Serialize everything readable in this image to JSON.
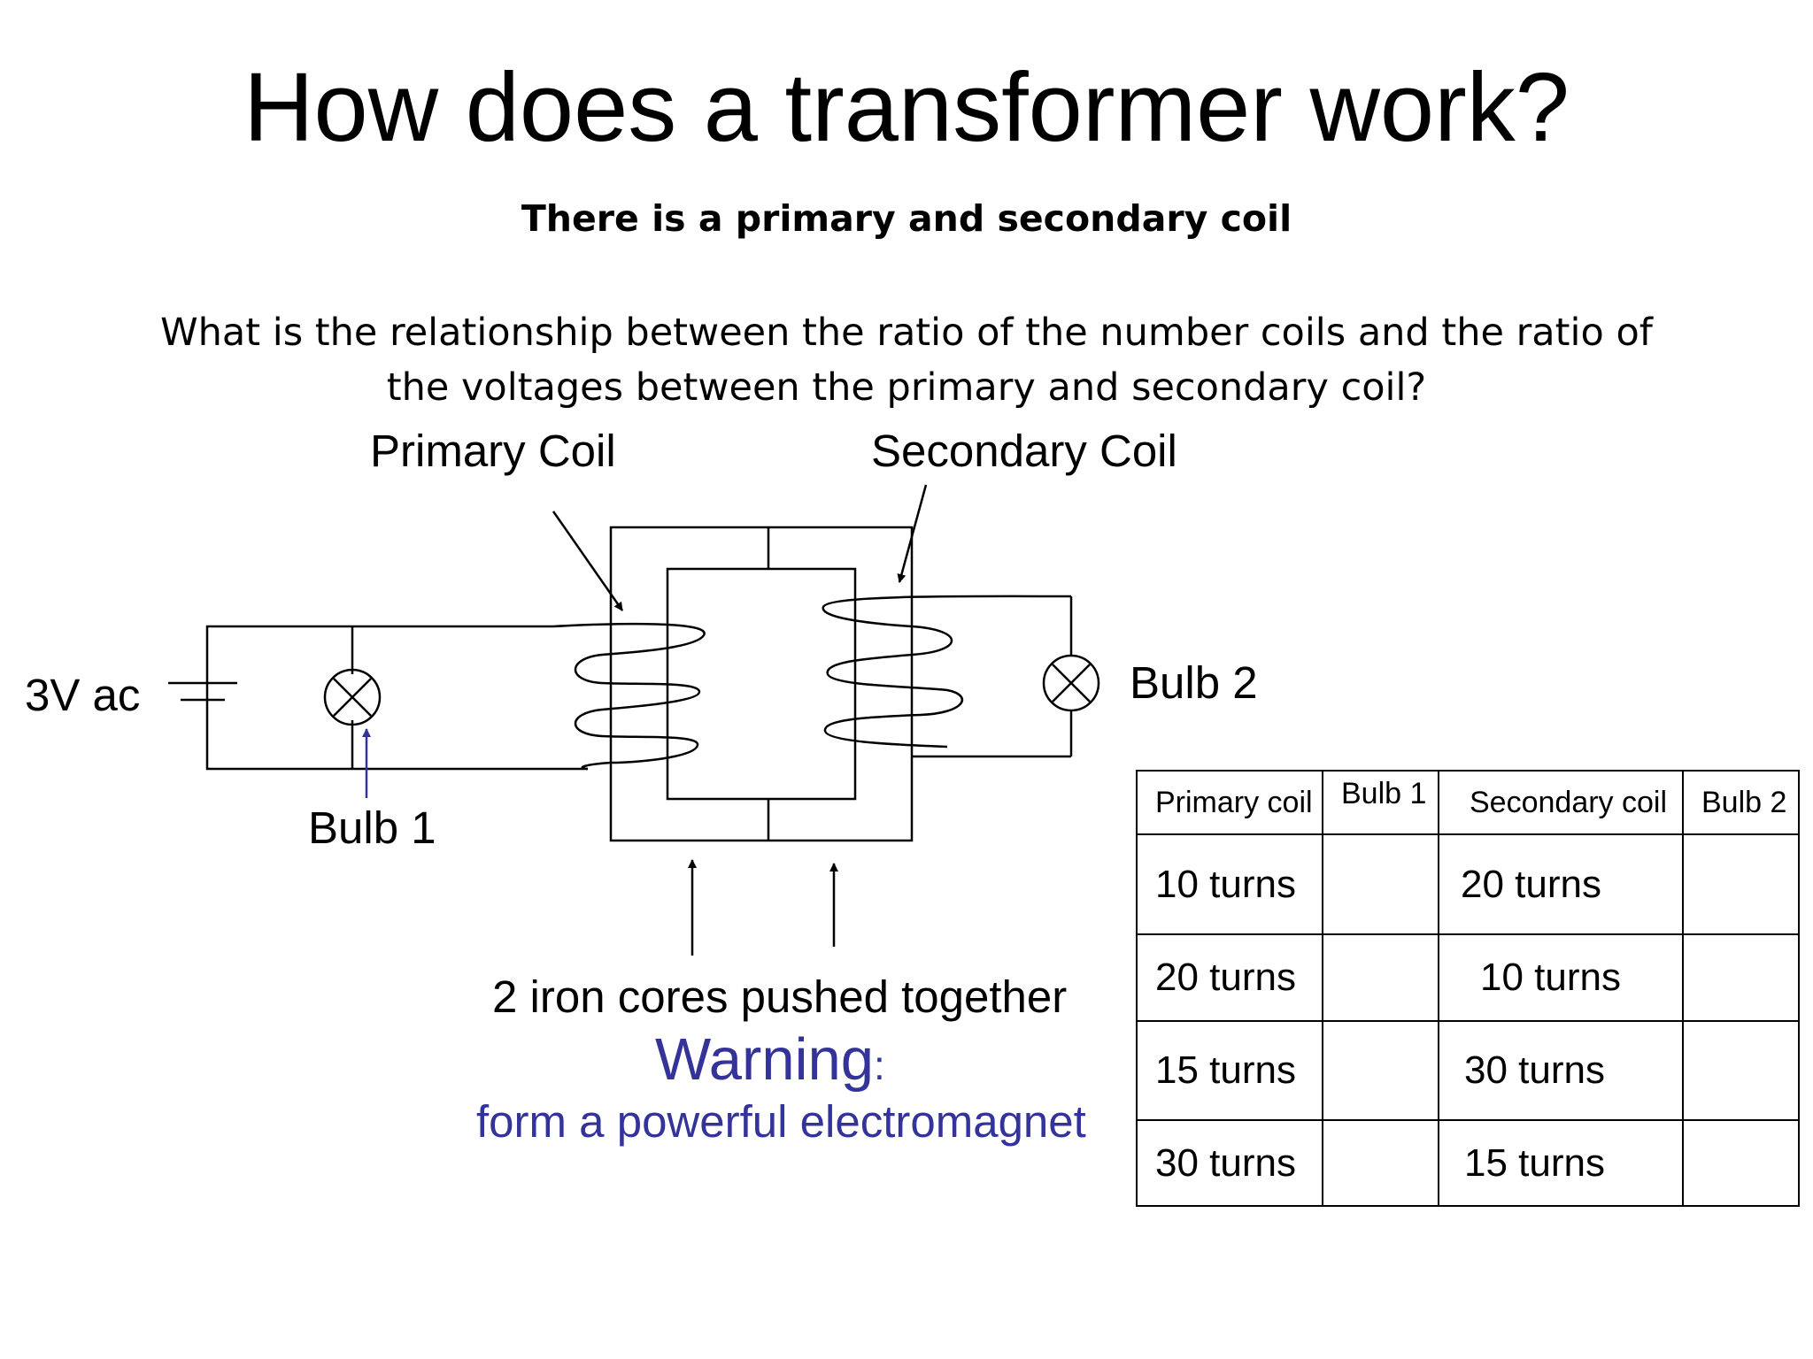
{
  "title": "How does a transformer work?",
  "subtitle": "There is a primary and secondary coil",
  "question": "What is the relationship between the ratio of the number coils and the ratio of the voltages between the primary and secondary coil?",
  "diagram": {
    "primary_coil_label": "Primary Coil",
    "secondary_coil_label": "Secondary Coil",
    "source_label": "3V ac",
    "bulb1_label": "Bulb 1",
    "bulb2_label": "Bulb 2",
    "cores_label": "2 iron cores pushed together",
    "warning_word": "Warning",
    "warning_colon": ":",
    "warning_text": "form a powerful electromagnet",
    "warning_color": "#33339a"
  },
  "table": {
    "headers": [
      "Primary coil",
      "Bulb 1",
      "Secondary coil",
      "Bulb 2"
    ],
    "rows": [
      [
        "10 turns",
        "",
        "20 turns",
        ""
      ],
      [
        "20 turns",
        "",
        "10 turns",
        ""
      ],
      [
        "15 turns",
        "",
        "30 turns",
        ""
      ],
      [
        "30 turns",
        "",
        "15 turns",
        ""
      ]
    ]
  }
}
